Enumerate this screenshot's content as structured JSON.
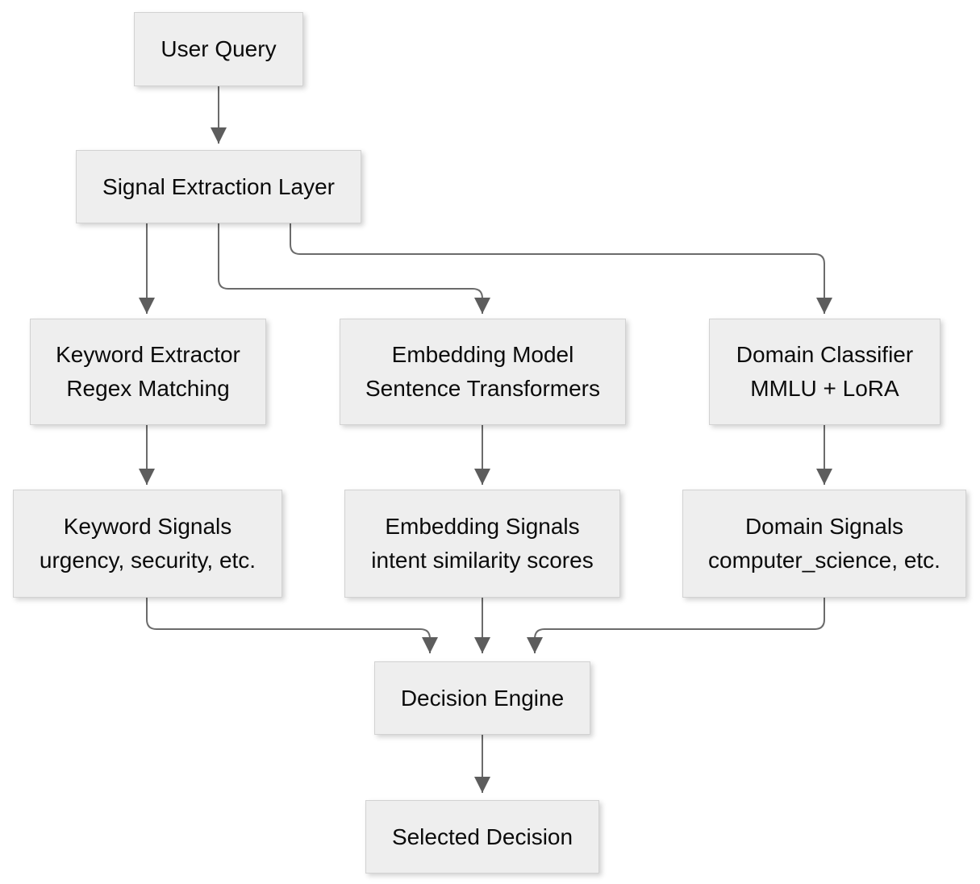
{
  "diagram": {
    "type": "flowchart",
    "background": "#ffffff",
    "colors": {
      "node_fill": "#eeeeee",
      "node_border": "#d2d2d2",
      "edge_line": "#6b6b6b",
      "arrowhead": "#5d5d5d",
      "text": "#0b0b0b"
    },
    "nodes": {
      "user_query": {
        "label": "User Query"
      },
      "signal_extraction_layer": {
        "label": "Signal Extraction Layer"
      },
      "keyword_extractor": {
        "label": "Keyword Extractor",
        "sublabel": "Regex Matching"
      },
      "embedding_model": {
        "label": "Embedding Model",
        "sublabel": "Sentence Transformers"
      },
      "domain_classifier": {
        "label": "Domain Classifier",
        "sublabel": "MMLU + LoRA"
      },
      "keyword_signals": {
        "label": "Keyword Signals",
        "sublabel": "urgency, security, etc."
      },
      "embedding_signals": {
        "label": "Embedding Signals",
        "sublabel": "intent similarity scores"
      },
      "domain_signals": {
        "label": "Domain Signals",
        "sublabel": "computer_science, etc."
      },
      "decision_engine": {
        "label": "Decision Engine"
      },
      "selected_decision": {
        "label": "Selected Decision"
      }
    },
    "edges": [
      {
        "from": "user_query",
        "to": "signal_extraction_layer"
      },
      {
        "from": "signal_extraction_layer",
        "to": "keyword_extractor"
      },
      {
        "from": "signal_extraction_layer",
        "to": "embedding_model"
      },
      {
        "from": "signal_extraction_layer",
        "to": "domain_classifier"
      },
      {
        "from": "keyword_extractor",
        "to": "keyword_signals"
      },
      {
        "from": "embedding_model",
        "to": "embedding_signals"
      },
      {
        "from": "domain_classifier",
        "to": "domain_signals"
      },
      {
        "from": "keyword_signals",
        "to": "decision_engine"
      },
      {
        "from": "embedding_signals",
        "to": "decision_engine"
      },
      {
        "from": "domain_signals",
        "to": "decision_engine"
      },
      {
        "from": "decision_engine",
        "to": "selected_decision"
      }
    ]
  }
}
